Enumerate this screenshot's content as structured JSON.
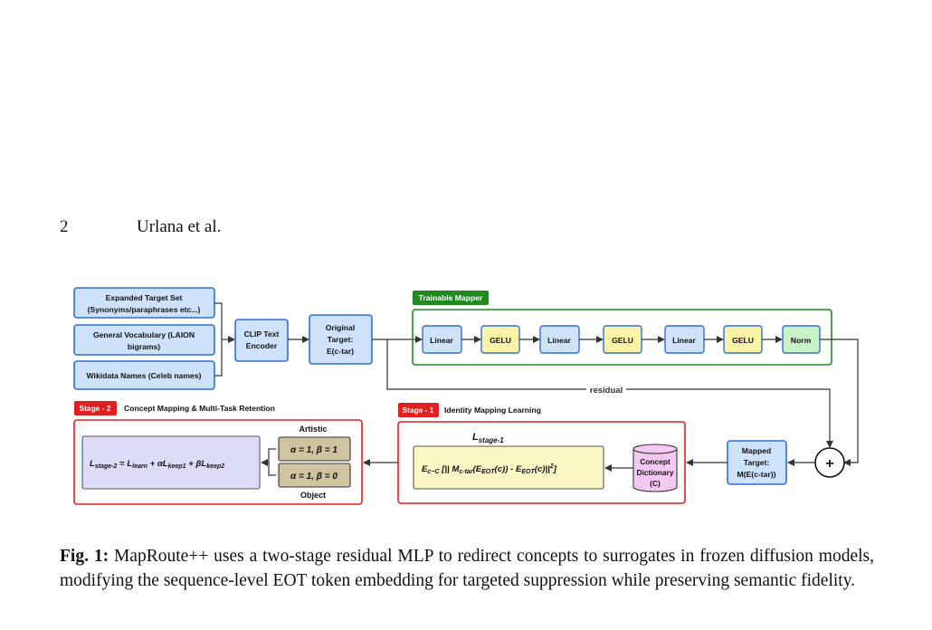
{
  "header": {
    "page_number": "2",
    "running_head": "Urlana et al."
  },
  "diagram": {
    "inputs": [
      {
        "line1": "Expanded Target Set",
        "line2": "(Synonyms/paraphrases etc...)"
      },
      {
        "line1": "General Vocabulary (LAION",
        "line2": "bigrams)"
      },
      {
        "line1": "Wikidata Names (Celeb names)",
        "line2": ""
      }
    ],
    "clip_encoder": {
      "line1": "CLIP Text",
      "line2": "Encoder"
    },
    "original_target": {
      "line1": "Original",
      "line2": "Target:",
      "line3": "E(c-tar)"
    },
    "trainable_mapper_label": "Trainable Mapper",
    "mapper_layers": [
      "Linear",
      "GELU",
      "Linear",
      "GELU",
      "Linear",
      "GELU",
      "Norm"
    ],
    "residual_label": "residual",
    "plus_symbol": "+",
    "mapped_target": {
      "line1": "Mapped",
      "line2": "Target:",
      "line3": "M(E(c-tar))"
    },
    "stage1": {
      "badge": "Stage - 1",
      "title": "Identity Mapping Learning",
      "loss_label": "L",
      "loss_label_sub": "stage-1",
      "formula": "E",
      "formula_sub": "c~C",
      "formula_mid": " [|| M",
      "formula_sub2": "c-tar",
      "formula_mid2": "(E",
      "formula_sub3": "EOT",
      "formula_mid3": "(c)) - E",
      "formula_sub4": "EOT",
      "formula_end": "(c)||",
      "formula_sup": "2",
      "formula_close": "]",
      "dictionary": {
        "line1": "Concept",
        "line2": "Dictionary",
        "line3": "(C)"
      }
    },
    "stage2": {
      "badge": "Stage - 2",
      "title": "Concept Mapping & Multi-Task Retention",
      "loss_L": "L",
      "loss_sub": "stage-2",
      "loss_eq": " = L",
      "loss_sub2": "learn",
      "loss_mid": " + αL",
      "loss_sub3": "keep1",
      "loss_mid2": " + βL",
      "loss_sub4": "keep2",
      "artistic_label": "Artistic",
      "artistic_params": "α = 1, β = 1",
      "object_params": "α = 1, β = 0",
      "object_label": "Object"
    }
  },
  "caption": {
    "label": "Fig. 1:",
    "text": " MapRoute++ uses a two-stage residual MLP to redirect concepts to surrogates in frozen diffusion models, modifying the sequence-level EOT token embedding for targeted suppression while preserving semantic fidelity."
  }
}
